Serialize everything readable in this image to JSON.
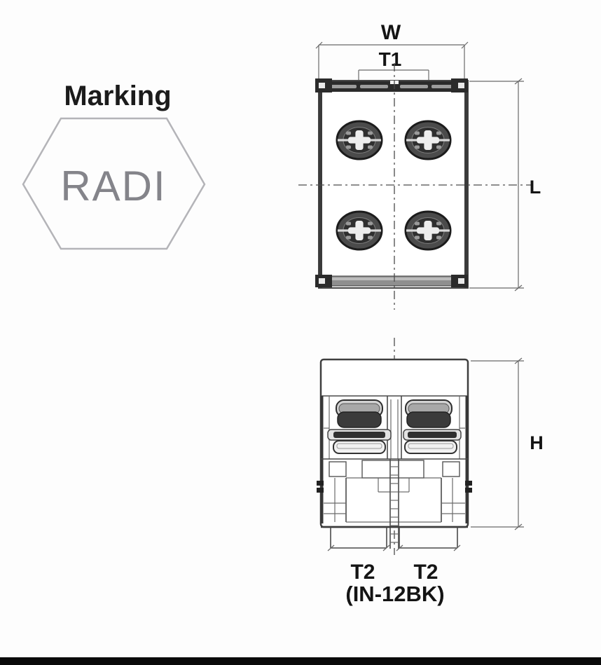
{
  "page": {
    "background_color": "#fdfdfd",
    "footer_bar_color": "#0a0a0a"
  },
  "marking": {
    "title": "Marking",
    "code": "RADI"
  },
  "top_view": {
    "width_label": "W",
    "t1_label": "T1",
    "length_label": "L",
    "screw_count": 4
  },
  "front_view": {
    "height_label": "H",
    "t2_left_label": "T2",
    "t2_right_label": "T2",
    "variant_note": "(IN-12BK)"
  },
  "colors": {
    "line": "#3b3b3b",
    "dark_fill": "#2b2b2b",
    "gray_bar": "#8f8f8f",
    "hexagon_stroke": "#b4b4b8",
    "marking_code_text": "#84848a",
    "label_text": "#141414"
  }
}
